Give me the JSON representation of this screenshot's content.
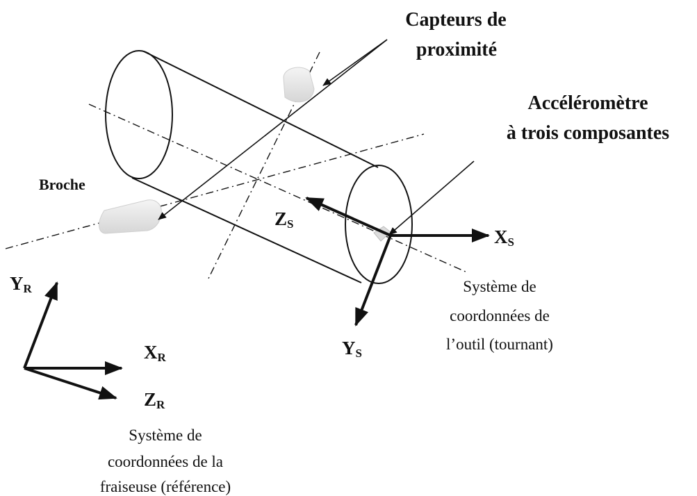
{
  "labels": {
    "capteurs_line1": "Capteurs de",
    "capteurs_line2": "proximité",
    "accel_line1": "Accéléromètre",
    "accel_line2": "à trois composantes",
    "broche": "Broche",
    "tool_system_line1": "Système de",
    "tool_system_line2": "coordonnées de",
    "tool_system_line3": "l’outil (tournant)",
    "ref_system_line1": "Système de",
    "ref_system_line2": "coordonnées de la",
    "ref_system_line3": "fraiseuse (référence)"
  },
  "axes": {
    "xs": {
      "main": "X",
      "sub": "S"
    },
    "ys": {
      "main": "Y",
      "sub": "S"
    },
    "zs": {
      "main": "Z",
      "sub": "S"
    },
    "xr": {
      "main": "X",
      "sub": "R"
    },
    "yr": {
      "main": "Y",
      "sub": "R"
    },
    "zr": {
      "main": "Z",
      "sub": "R"
    }
  },
  "colors": {
    "ink": "#111111",
    "sensor": "#e4e4e4"
  }
}
